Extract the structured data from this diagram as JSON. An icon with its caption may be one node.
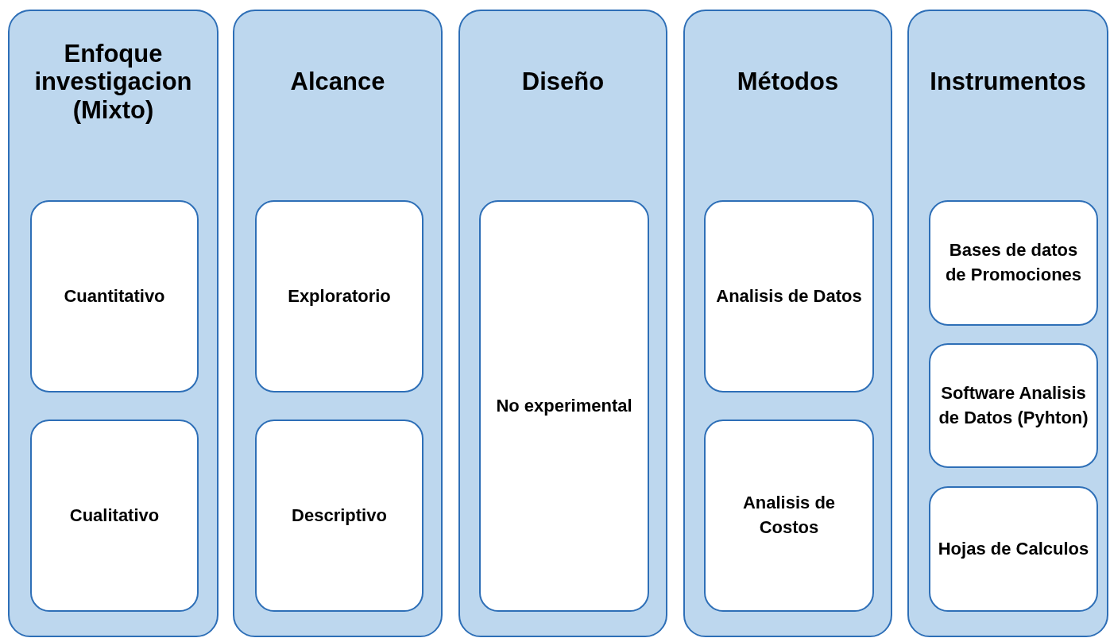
{
  "diagram": {
    "nodes": [
      {
        "text": [
          "Enfoque investigacion (Mixto)"
        ]
      },
      {
        "text": [
          "Cuantitativo"
        ],
        "in": 0
      },
      {
        "text": [
          "Cualitativo"
        ],
        "in": 0
      },
      {
        "text": [
          "Alcance"
        ]
      },
      {
        "text": [
          "Exploratorio"
        ],
        "in": 3
      },
      {
        "text": [
          "Descriptivo"
        ],
        "in": 3
      },
      {
        "text": [
          "Diseño"
        ]
      },
      {
        "text": [
          "No experimental"
        ],
        "in": 6
      },
      {
        "text": [
          "Métodos"
        ]
      },
      {
        "text": [
          "Analisis de Datos"
        ],
        "in": 8
      },
      {
        "text": [
          "Analisis de Costos"
        ],
        "in": 8
      },
      {
        "text": [
          "Instrumentos"
        ]
      },
      {
        "text": [
          "Bases de datos de Promociones"
        ],
        "in": 11
      },
      {
        "text": [
          "Software Analisis de Datos (Pyhton)"
        ],
        "in": 11
      },
      {
        "text": [
          "Hojas de Calculos"
        ],
        "in": 11
      }
    ],
    "edges": []
  }
}
